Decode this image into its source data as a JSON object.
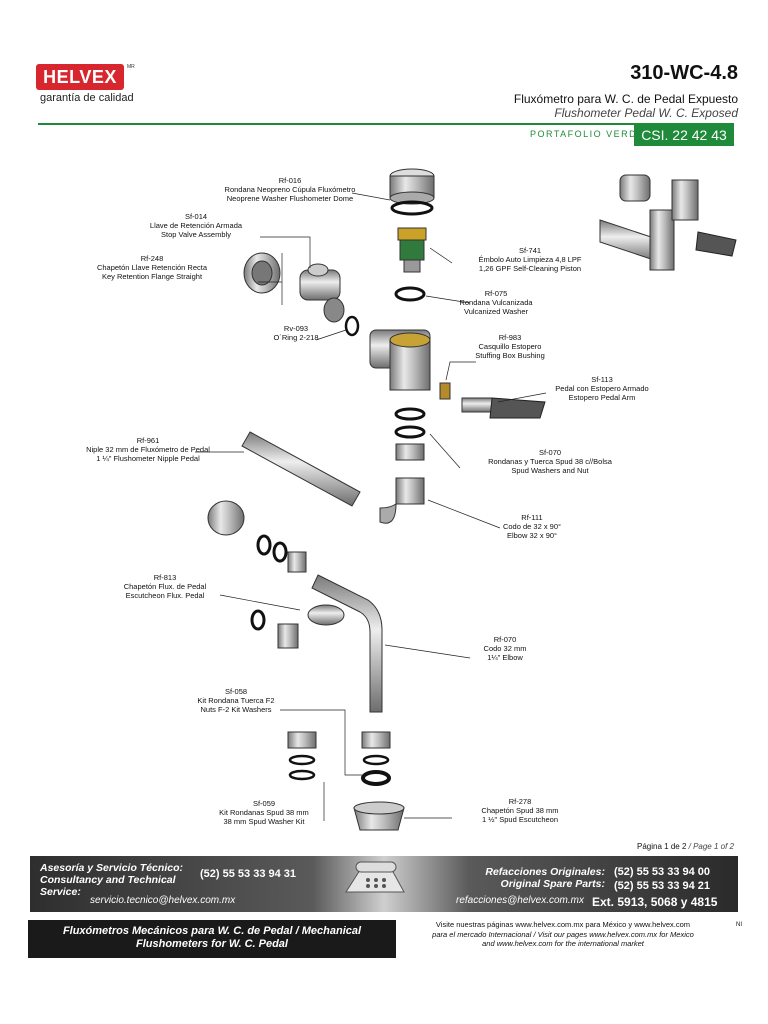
{
  "header": {
    "brand": "HELVEX",
    "trademark": "MR",
    "tagline": "garantía de calidad",
    "model": "310-WC-4.8",
    "subtitle_es": "Fluxómetro para W. C. de Pedal Expuesto",
    "subtitle_en": "Flushometer Pedal W. C. Exposed",
    "portafolio": "PORTAFOLIO VERDE",
    "csi": "CSI. 22 42 43"
  },
  "parts": [
    {
      "code": "Rf-016",
      "line1": "Rondana Neopreno Cúpula Fluxómetro",
      "line2": "Neoprene Washer Flushometer Dome"
    },
    {
      "code": "Sf-014",
      "line1": "Llave de Retención Armada",
      "line2": "Stop Valve Assembly"
    },
    {
      "code": "Rf-248",
      "line1": "Chapetón Llave Retención Recta",
      "line2": "Key Retention Flange Straight"
    },
    {
      "code": "Rv-093",
      "line1": "O´Ring 2-218",
      "line2": ""
    },
    {
      "code": "Sf-741",
      "line1": "Émbolo Auto Limpieza 4,8 LPF",
      "line2": "1,26 GPF Self-Cleaning Piston"
    },
    {
      "code": "Rf-075",
      "line1": "Rondana Vulcanizada",
      "line2": "Vulcanized Washer"
    },
    {
      "code": "Rf-983",
      "line1": "Casquillo Estopero",
      "line2": "Stuffing Box Bushing"
    },
    {
      "code": "Sf-113",
      "line1": "Pedal con Estopero Armado",
      "line2": "Estopero Pedal Arm"
    },
    {
      "code": "Rf-961",
      "line1": "Niple 32 mm de Fluxómetro de Pedal",
      "line2": "1 ¼\" Flushometer Nipple Pedal"
    },
    {
      "code": "Sf-070",
      "line1": "Rondanas y Tuerca Spud 38 c//Bolsa",
      "line2": "Spud Washers and Nut"
    },
    {
      "code": "Rf-111",
      "line1": "Codo de 32 x 90°",
      "line2": "Elbow 32 x 90°"
    },
    {
      "code": "Rf-813",
      "line1": "Chapetón Flux. de Pedal",
      "line2": "Escutcheon Flux. Pedal"
    },
    {
      "code": "Rf-070",
      "line1": "Codo 32 mm",
      "line2": "1¼\" Elbow"
    },
    {
      "code": "Sf-058",
      "line1": "Kit Rondana Tuerca F2",
      "line2": "Nuts F-2 Kit Washers"
    },
    {
      "code": "Sf-059",
      "line1": "Kit Rondanas Spud 38 mm",
      "line2": "38 mm Spud Washer Kit"
    },
    {
      "code": "Rf-278",
      "line1": "Chapetón Spud 38 mm",
      "line2": "1 ½\" Spud Escutcheon"
    }
  ],
  "page": {
    "es": "Página 1 de 2",
    "en": "/ Page 1 of 2"
  },
  "service": {
    "title_es": "Asesoría y Servicio Técnico:",
    "title_en1": "Consultancy and Technical",
    "title_en2": "Service:",
    "phone": "(52) 55 53 33 94 31",
    "email": "servicio.tecnico@helvex.com.mx",
    "parts_es": "Refacciones Originales:",
    "parts_en": "Original Spare Parts:",
    "parts_email": "refacciones@helvex.com.mx",
    "parts_phone1": "(52) 55 53 33 94 00",
    "parts_phone2": "(52) 55 53 33 94 21",
    "parts_ext": "Ext. 5913, 5068 y 4815"
  },
  "footer": {
    "title1": "Fluxómetros Mecánicos para W. C. de Pedal / Mechanical",
    "title2": "Flushometers for W. C. Pedal",
    "note1": "Visite nuestras páginas www.helvex.com.mx  para México y www.helvex.com",
    "note2": "para el mercado Internacional  / Visit our pages www.helvex.com.mx for Mexico",
    "note3": "and www.helvex.com for the international market",
    "code": "NI"
  }
}
